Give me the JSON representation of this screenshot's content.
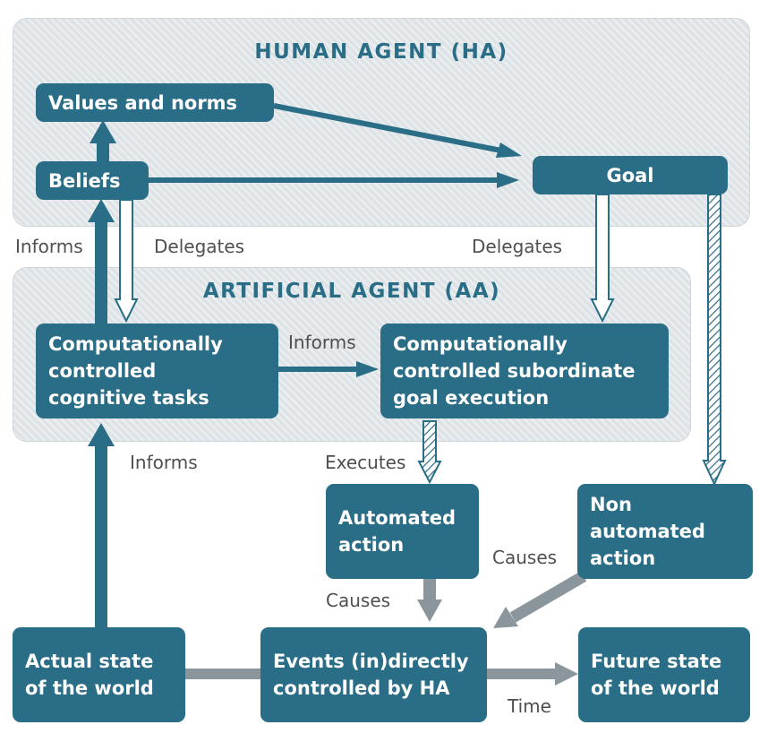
{
  "regions": {
    "human_agent_title": "HUMAN AGENT (HA)",
    "artificial_agent_title": "ARTIFICIAL AGENT (AA)"
  },
  "nodes": {
    "values_and_norms": "Values and norms",
    "beliefs": "Beliefs",
    "goal": "Goal",
    "cognitive_tasks": "Computationally\ncontrolled\ncognitive tasks",
    "subordinate_goal_execution": "Computationally\ncontrolled subordinate\ngoal execution",
    "automated_action": "Automated\naction",
    "non_automated_action": "Non\nautomated\naction",
    "actual_state": "Actual state\nof the world",
    "events": "Events (in)directly\ncontrolled by HA",
    "future_state": "Future state\nof the world"
  },
  "edge_labels": {
    "informs_left": "Informs",
    "delegates_left": "Delegates",
    "delegates_right": "Delegates",
    "informs_middle": "Informs",
    "informs_bottom": "Informs",
    "executes": "Executes",
    "causes_automated": "Causes",
    "causes_non_automated": "Causes",
    "time": "Time"
  },
  "colors": {
    "primary": "#2a6d86",
    "gray_arrow": "#8a969c",
    "region_fill": "#dde3e6",
    "label_text": "#4f4f4f"
  }
}
